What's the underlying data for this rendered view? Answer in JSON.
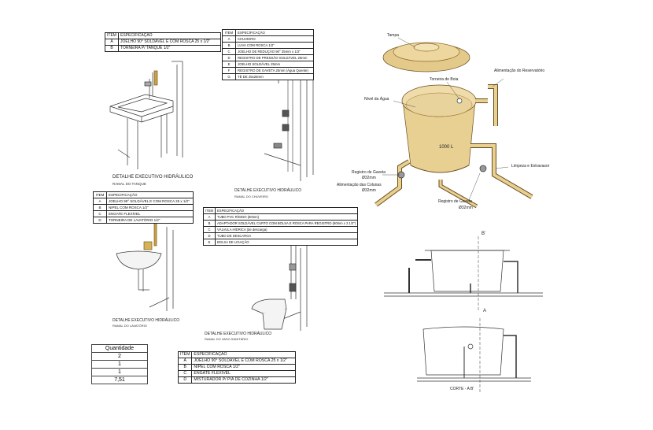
{
  "table_tanque": {
    "head": [
      "ITEM",
      "ESPECIFICAÇÃO"
    ],
    "rows": [
      [
        "A",
        "JOELHO 90° SOLDÁVEL E COM ROSCA 25 x 1/2\""
      ],
      [
        "B",
        "TORNEIRA P/ TANQUE 1/2\""
      ]
    ]
  },
  "caption_tanque": {
    "title": "DETALHE EXECUTIVO HIDRÁULICO",
    "sub": "RAMAL DO TANQUE"
  },
  "table_chuveiro": {
    "head": [
      "ITEM",
      "ESPECIFICAÇÃO"
    ],
    "rows": [
      [
        "A",
        "CHUVEIRO"
      ],
      [
        "B",
        "LUVA COM ROSCA 1/2\""
      ],
      [
        "C",
        "JOELHO DE REDUÇÃO 90° 25mm x 1/2\""
      ],
      [
        "D",
        "REGISTRO DE PRESSÃO SOLDÁVEL 25mm"
      ],
      [
        "E",
        "JOELHO SOLDÁVEL 25mm"
      ],
      [
        "F",
        "REGISTRO DE GAVETA 25mm (Água Quente)"
      ],
      [
        "G",
        "TÊ DE 25x25mm"
      ]
    ]
  },
  "caption_chuveiro": {
    "title": "DETALHE EXECUTIVO HIDRÁULICO",
    "sub": "RAMAL DO CHUVEIRO"
  },
  "table_lavatorio": {
    "head": [
      "ITEM",
      "ESPECIFICAÇÃO"
    ],
    "rows": [
      [
        "A",
        "JOELHO 90° SOLDÁVEL E COM ROSCA 25 x 1/2\""
      ],
      [
        "B",
        "NIPEL COM ROSCA 1/2\""
      ],
      [
        "C",
        "ENGATE FLEXÍVEL"
      ],
      [
        "D",
        "TORNEIRA DE LAVATÓRIO 1/2\""
      ]
    ]
  },
  "caption_lavatorio": {
    "title": "DETALHE EXECUTIVO HIDRÁULICO",
    "sub": "RAMAL DO LAVATÓRIO"
  },
  "table_vaso": {
    "head": [
      "ITEM",
      "ESPECIFICAÇÃO"
    ],
    "rows": [
      [
        "A",
        "TUBO PVC RÍGIDO (60mm)"
      ],
      [
        "B",
        "ADAPTADOR SOLDÁVEL CURTO COM BOLSA E ROSCA PARA REGISTRO (60mm x 2 1/2\")"
      ],
      [
        "C",
        "VÁLVULA HÍDRICA (de descarga)"
      ],
      [
        "D",
        "TUBO DE DESCARGA"
      ],
      [
        "E",
        "BOLSA DE LIGAÇÃO"
      ]
    ]
  },
  "caption_vaso": {
    "title": "DETALHE EXECUTIVO HIDRÁULICO",
    "sub": "RAMAL DO VASO SANITÁRIO"
  },
  "table_cozinha": {
    "head": [
      "ITEM",
      "ESPECIFICAÇÃO"
    ],
    "rows": [
      [
        "A",
        "JOELHO 90° SOLDÁVEL E COM ROSCA 25 x 1/2\""
      ],
      [
        "B",
        "NIPEL COM ROSCA 1/2\""
      ],
      [
        "C",
        "ENGATE FLEXÍVEL"
      ],
      [
        "D",
        "MISTURADOR P/ PIA DE COZINHA 1/2\""
      ]
    ]
  },
  "quantidade": {
    "header": "Quantidade",
    "values": [
      "2",
      "1",
      "1",
      "7,51"
    ]
  },
  "tank_labels": {
    "tampa": "Tampa",
    "torneira_boia": "Torneira de Boia",
    "alimentacao": "Alimentação do Reservatório",
    "nivel": "Nível da Água",
    "capacity": "1000 L",
    "limpeza": "Limpeza e Extravasor",
    "registro1": "Registro de Gaveta",
    "registro1_size": "Ø32mm",
    "alim_colunas": "Alimentação das Colunas",
    "alim_colunas_size": "Ø32mm",
    "registro2": "Registro de Gaveta",
    "registro2_size": "Ø32mm"
  },
  "section_labels": {
    "b_top": "B'",
    "a_side": "A",
    "corte": "CORTE - A B'"
  }
}
